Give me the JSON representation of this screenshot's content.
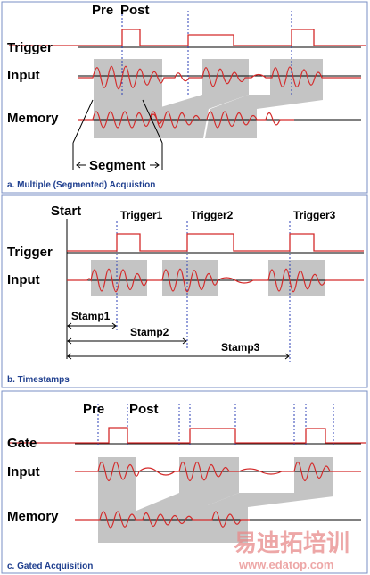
{
  "panel_a": {
    "label_pre": "Pre",
    "label_post": "Post",
    "label_trigger": "Trigger",
    "label_input": "Input",
    "label_memory": "Memory",
    "label_segment": "Segment",
    "caption": "a. Multiple (Segmented) Acquistion"
  },
  "panel_b": {
    "label_start": "Start",
    "label_trigger1": "Trigger1",
    "label_trigger2": "Trigger2",
    "label_trigger3": "Trigger3",
    "label_trigger": "Trigger",
    "label_input": "Input",
    "label_stamp1": "Stamp1",
    "label_stamp2": "Stamp2",
    "label_stamp3": "Stamp3",
    "caption": "b. Timestamps"
  },
  "panel_c": {
    "label_pre": "Pre",
    "label_post": "Post",
    "label_gate": "Gate",
    "label_input": "Input",
    "label_memory": "Memory",
    "caption": "c. Gated Acquisition"
  },
  "watermark": {
    "cn_text": "易迪拓培训",
    "url_text": "www.edatop.com"
  },
  "colors": {
    "signal": "#d42a2a",
    "shade": "#c4c4c4",
    "marker": "#2b3fb5",
    "caption": "#1f3f8f",
    "frame": "#7a8fc4"
  }
}
